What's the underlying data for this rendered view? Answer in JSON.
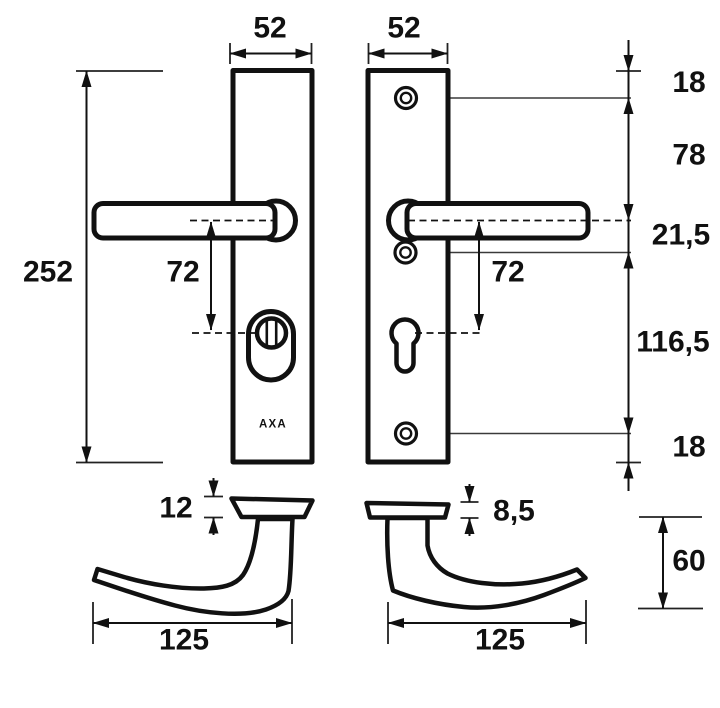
{
  "drawing": {
    "brand_label": "AXA"
  },
  "dimensions": {
    "plate_width_left": "52",
    "plate_width_right": "52",
    "plate_height": "252",
    "centre_distance_left": "72",
    "centre_distance_right": "72",
    "top_to_screw": "18",
    "screw_to_lever": "78",
    "lever_to_screw": "21,5",
    "screw_to_screw": "116,5",
    "screw_to_bottom": "18",
    "rosette_thickness_left": "12",
    "rosette_thickness_right": "8,5",
    "lever_length_left": "125",
    "lever_length_right": "125",
    "lever_projection": "60"
  },
  "colors": {
    "line": "#111111",
    "thin_line": "#3a3a3a",
    "background": "#ffffff"
  }
}
